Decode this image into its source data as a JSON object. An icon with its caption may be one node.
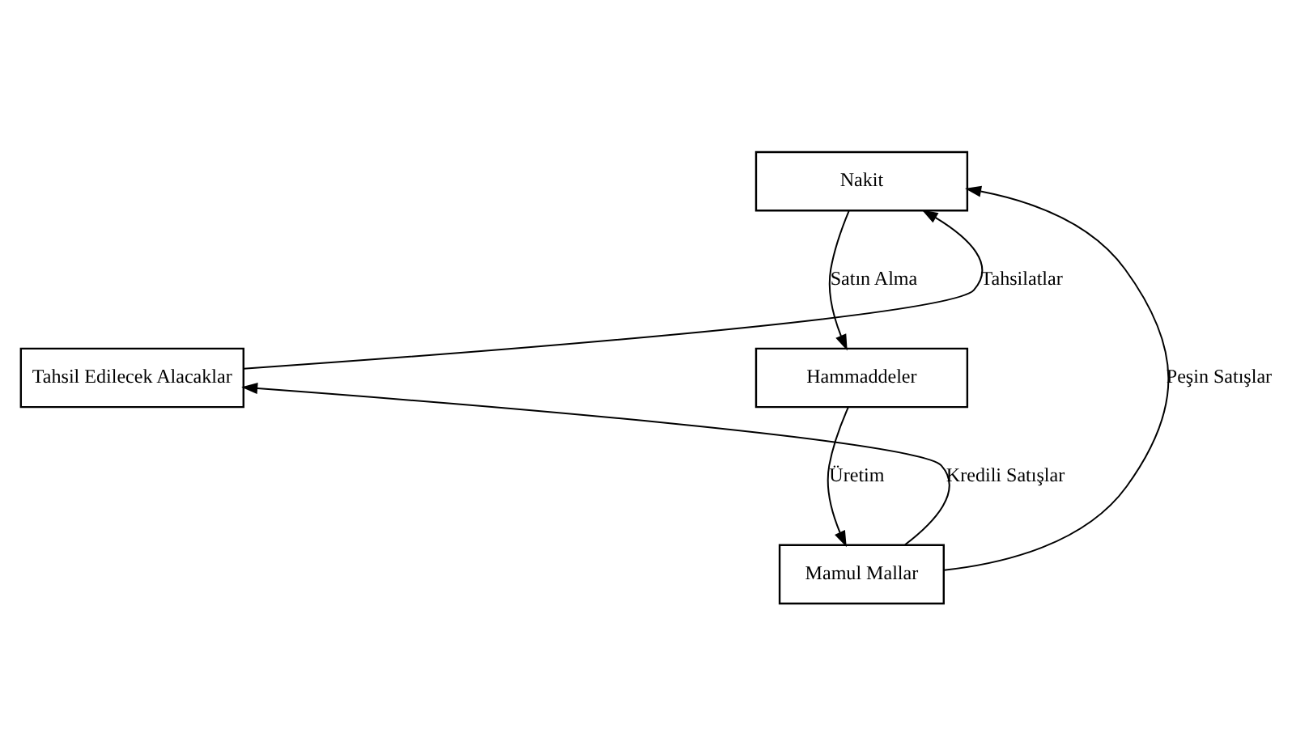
{
  "diagram": {
    "nodes": [
      {
        "text": [
          "Nakit"
        ]
      },
      {
        "text": [
          "Tahsil Edilecek Alacaklar"
        ]
      },
      {
        "text": [
          "Hammaddeler"
        ]
      },
      {
        "text": [
          "Mamul Mallar"
        ]
      }
    ],
    "edges": [
      {
        "from": 1,
        "to": 0,
        "arrow": "to",
        "label": "Tahsilatlar"
      },
      {
        "from": 0,
        "to": 2,
        "arrow": "to",
        "label": "Satın Alma"
      },
      {
        "from": 2,
        "to": 3,
        "arrow": "to",
        "label": "Üretim"
      },
      {
        "from": 3,
        "to": 1,
        "arrow": "to",
        "label": "Kredili Satışlar"
      },
      {
        "from": 3,
        "to": 0,
        "arrow": "to",
        "label": "Peşin Satışlar"
      }
    ]
  }
}
